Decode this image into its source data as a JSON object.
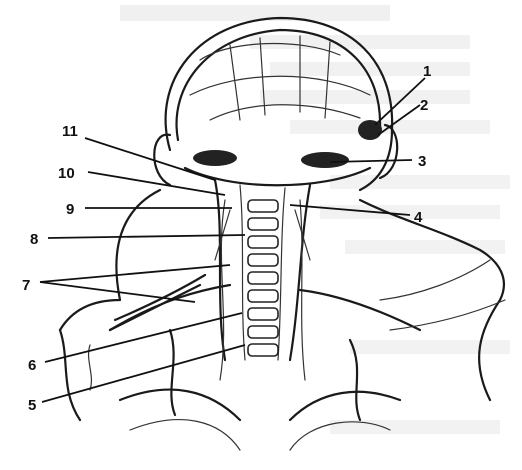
{
  "labels": {
    "l1": "1",
    "l2": "2",
    "l3": "3",
    "l4": "4",
    "l5": "5",
    "l6": "6",
    "l7": "7",
    "l8": "8",
    "l9": "9",
    "l10": "10",
    "l11": "11"
  },
  "colors": {
    "ink": "#1a1a1a",
    "background": "#ffffff",
    "bleed_text": "#c9c9c9"
  }
}
